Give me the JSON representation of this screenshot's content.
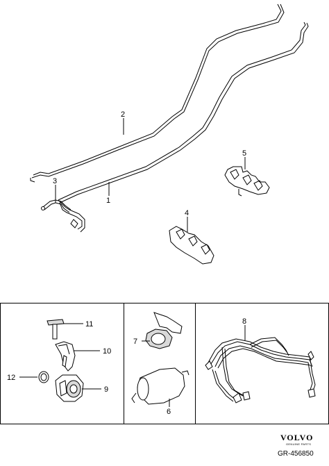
{
  "callouts": {
    "c1": "1",
    "c2": "2",
    "c3": "3",
    "c4": "4",
    "c5": "5",
    "c6": "6",
    "c7": "7",
    "c8": "8",
    "c9": "9",
    "c10": "10",
    "c11": "11",
    "c12": "12"
  },
  "brand": {
    "name": "VOLVO",
    "tagline": "GENUINE PARTS"
  },
  "reference": "GR-456850"
}
